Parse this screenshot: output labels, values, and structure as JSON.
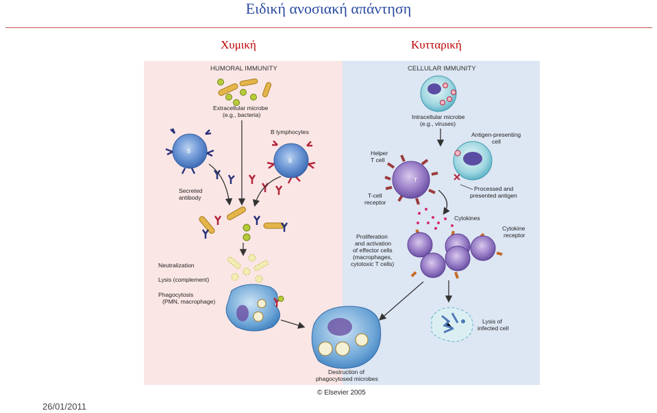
{
  "slide": {
    "title": "Ειδική ανοσιακή απάντηση",
    "left_header": "Χυμική",
    "right_header": "Κυτταρική",
    "date": "26/01/2011"
  },
  "figure": {
    "humoral_title": "HUMORAL IMMUNITY",
    "cellular_title": "CELLULAR IMMUNITY",
    "labels": {
      "extracellular_1": "Extracellular microbe",
      "extracellular_2": "(e.g., bacteria)",
      "b_lymphocytes": "B lymphocytes",
      "b_cell": "B",
      "secreted_1": "Secreted",
      "secreted_2": "antibody",
      "neutralization": "Neutralization",
      "lysis_complement": "Lysis (complement)",
      "phago_1": "Phagocytosis",
      "phago_2": "(PMN, macrophage)",
      "intracellular_1": "Intracellular microbe",
      "intracellular_2": "(e.g., viruses)",
      "apc_1": "Antigen-presenting",
      "apc_2": "cell",
      "helper_1": "Helper",
      "helper_2": "T cell",
      "t_cell": "T",
      "tcr_1": "T-cell",
      "tcr_2": "receptor",
      "processed_1": "Processed and",
      "processed_2": "presented antigen",
      "cytokines": "Cytokines",
      "cyt_receptor_1": "Cytokine",
      "cyt_receptor_2": "receptor",
      "prolif_1": "Proliferation",
      "prolif_2": "and activation",
      "prolif_3": "of effector cells",
      "prolif_4": "(macrophages,",
      "prolif_5": "cytotoxic T cells)",
      "lysis_infected_1": "Lysis of",
      "lysis_infected_2": "infected cell",
      "destruction_1": "Destruction of",
      "destruction_2": "phagocytosed microbes"
    },
    "copyright": "© Elsevier 2005"
  },
  "colors": {
    "title": "#2a4aa0",
    "header": "#c00000",
    "humoral_bg": "#fbe6e6",
    "cellular_bg": "#dde6f3",
    "rule": "#c0504d"
  }
}
